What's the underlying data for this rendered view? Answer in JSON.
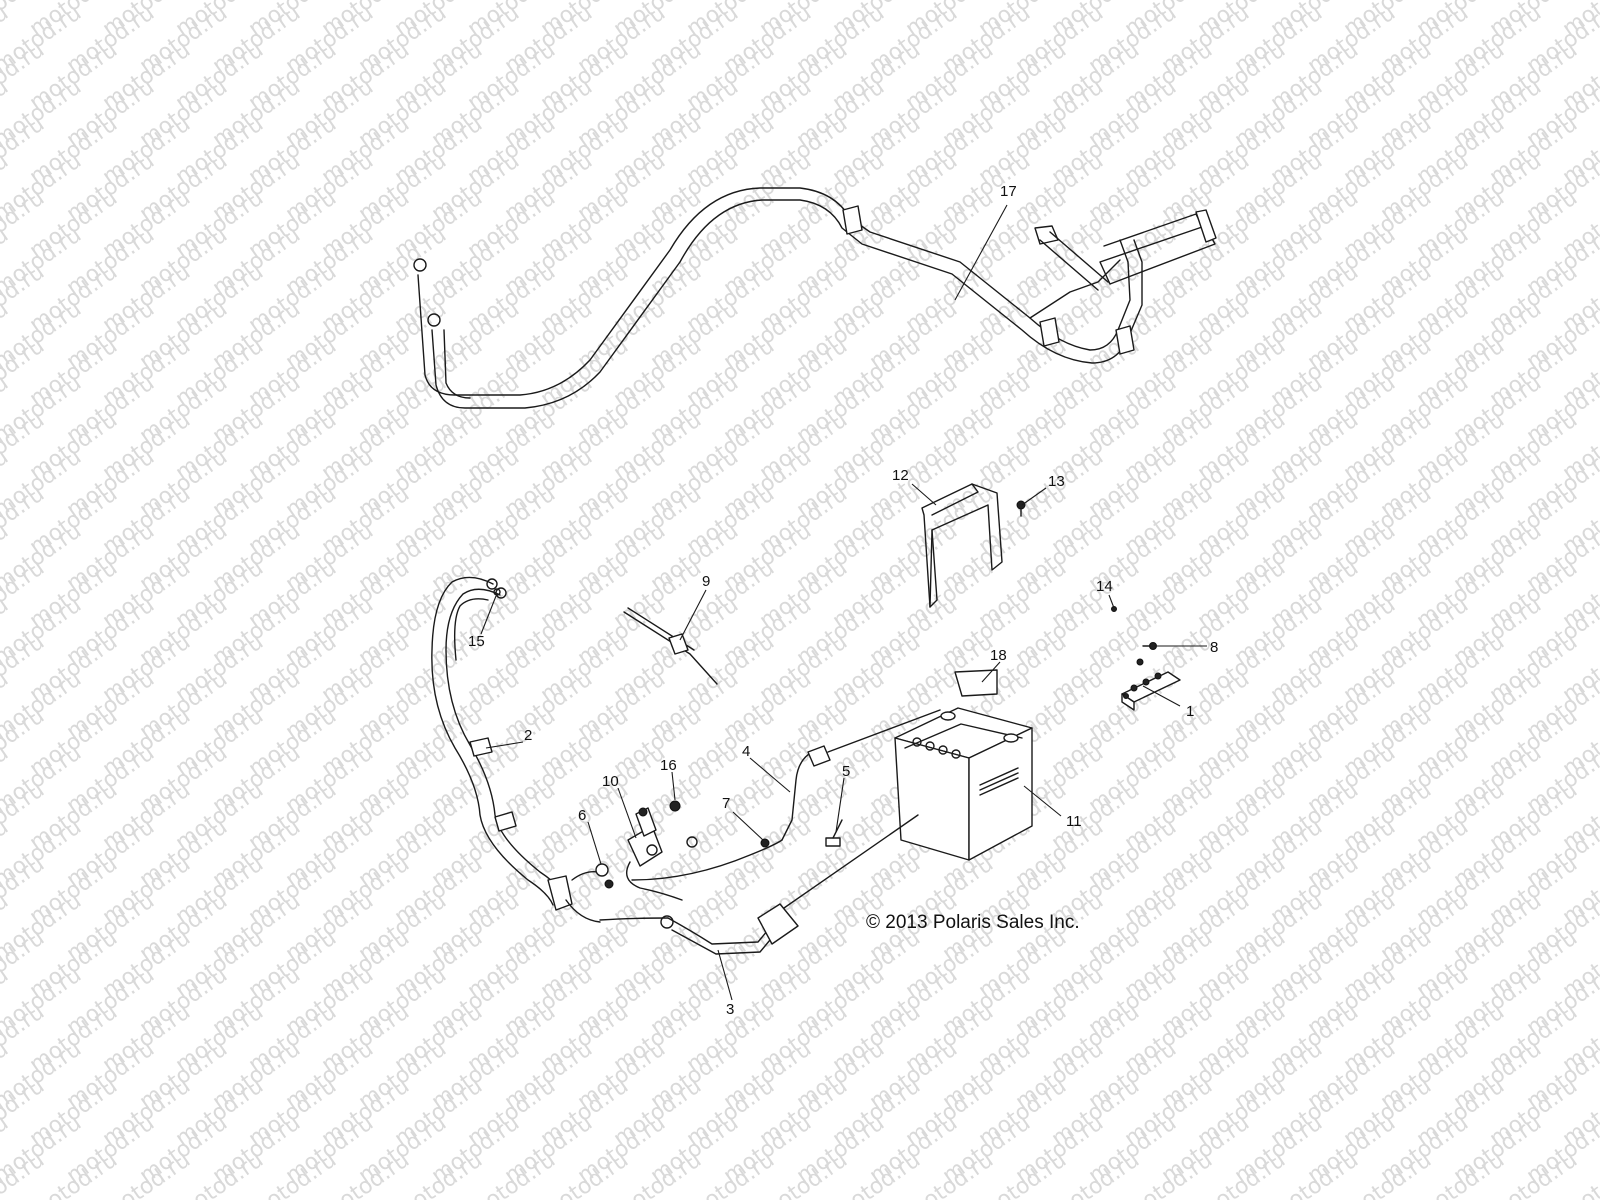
{
  "watermark": "motod.ru",
  "copyright": "© 2013 Polaris Sales Inc.",
  "callouts": [
    {
      "id": "1",
      "label": "1"
    },
    {
      "id": "2",
      "label": "2"
    },
    {
      "id": "3",
      "label": "3"
    },
    {
      "id": "4",
      "label": "4"
    },
    {
      "id": "5",
      "label": "5"
    },
    {
      "id": "6",
      "label": "6"
    },
    {
      "id": "7",
      "label": "7"
    },
    {
      "id": "8",
      "label": "8"
    },
    {
      "id": "9",
      "label": "9"
    },
    {
      "id": "10",
      "label": "10"
    },
    {
      "id": "11",
      "label": "11"
    },
    {
      "id": "12",
      "label": "12"
    },
    {
      "id": "13",
      "label": "13"
    },
    {
      "id": "14",
      "label": "14"
    },
    {
      "id": "15",
      "label": "15"
    },
    {
      "id": "16",
      "label": "16"
    },
    {
      "id": "17",
      "label": "17"
    },
    {
      "id": "18",
      "label": "18"
    }
  ]
}
